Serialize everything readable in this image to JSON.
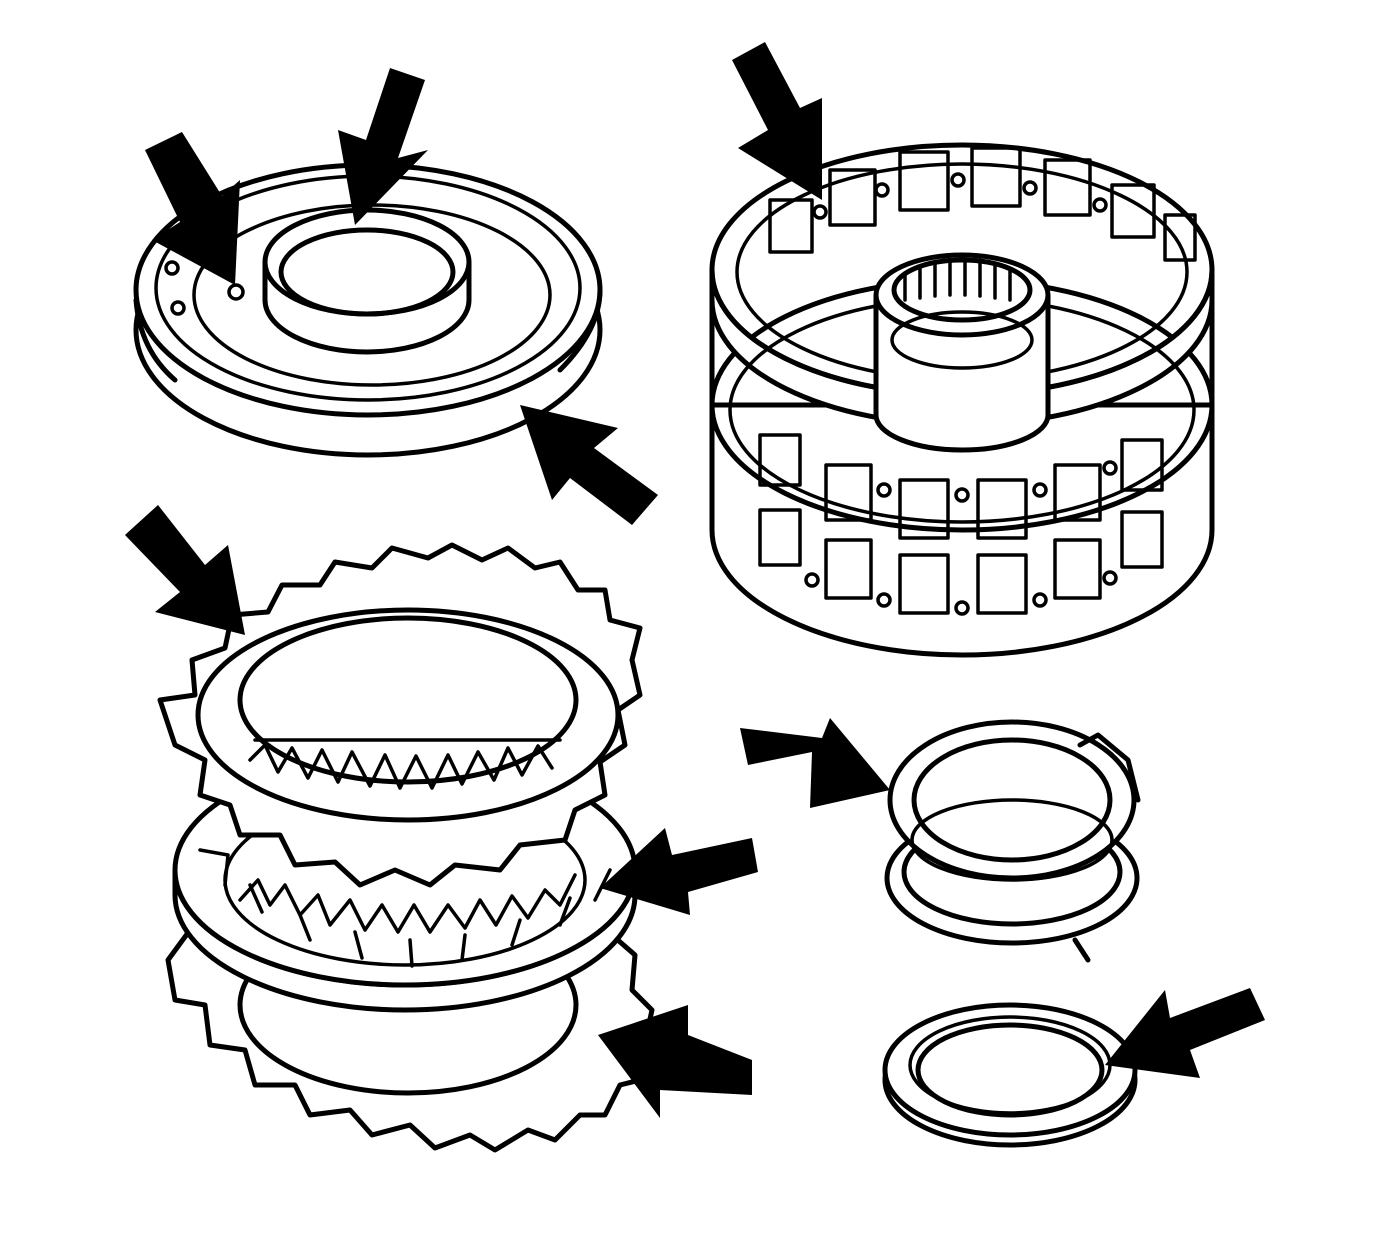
{
  "figure": {
    "background": "#ffffff",
    "line_color": "#000000",
    "components": [
      {
        "name": "piston-housing",
        "arrow_count": 3
      },
      {
        "name": "clutch-hub-drum",
        "arrow_count": 1
      },
      {
        "name": "clutch-plate-stack",
        "arrow_count": 3
      },
      {
        "name": "spring-and-retainer",
        "arrow_count": 2
      }
    ],
    "arrow_icon": "callout-arrow-icon"
  }
}
